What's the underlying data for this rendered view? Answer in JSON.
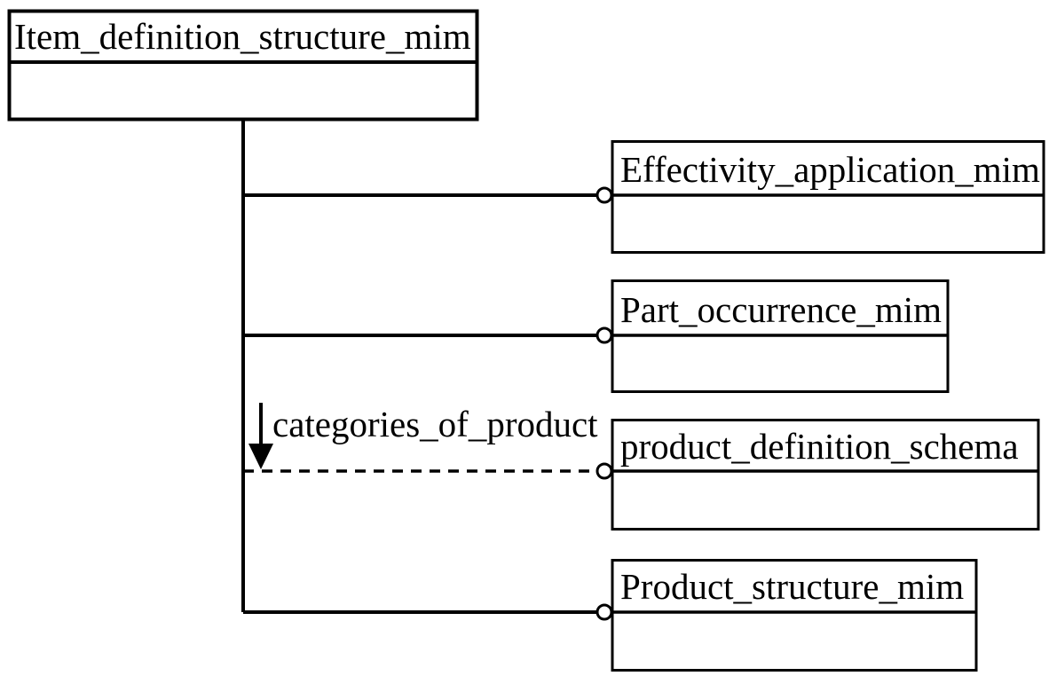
{
  "diagram": {
    "colors": {
      "line": "#000000",
      "node_fill": "#ffffff",
      "background": "#ffffff"
    },
    "root": {
      "label": "Item_definition_structure_mim"
    },
    "nodes": [
      {
        "label": "Effectivity_application_mim",
        "edge": "solid",
        "terminator": "open-circle"
      },
      {
        "label": "Part_occurrence_mim",
        "edge": "solid",
        "terminator": "open-circle"
      },
      {
        "label": "product_definition_schema",
        "edge": "dashed",
        "terminator": "open-circle",
        "edge_label": "categories_of_product"
      },
      {
        "label": "Product_structure_mim",
        "edge": "solid",
        "terminator": "open-circle"
      }
    ]
  }
}
